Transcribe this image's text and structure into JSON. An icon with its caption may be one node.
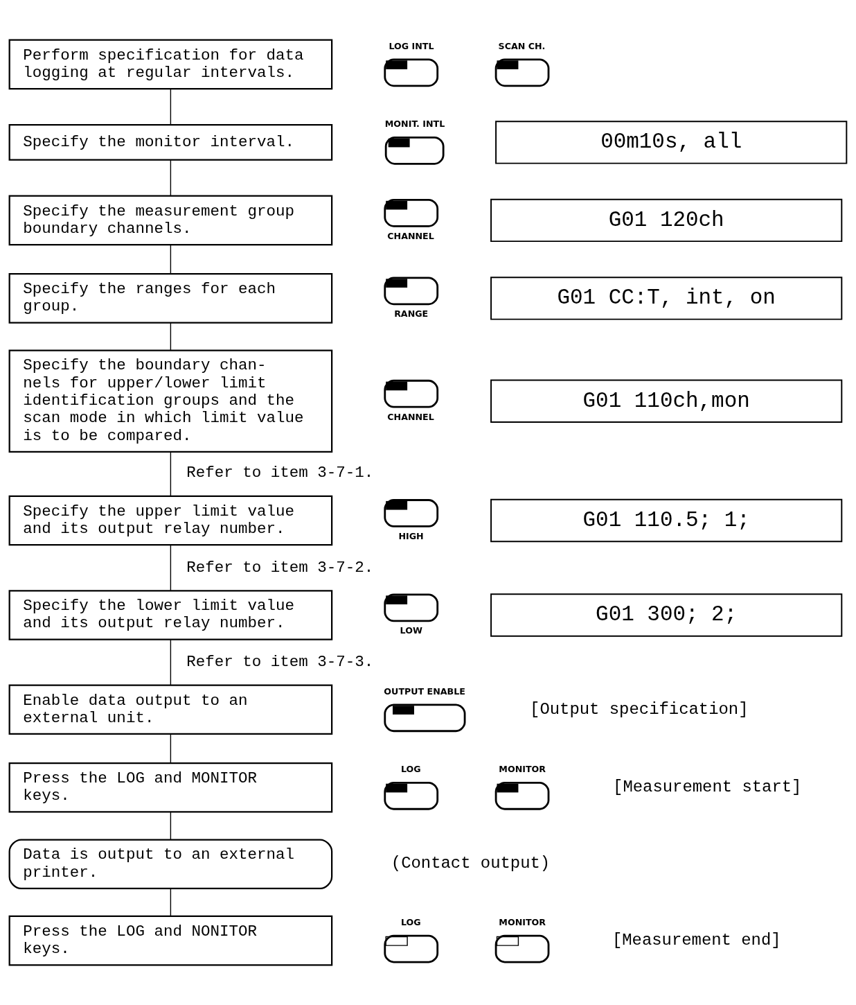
{
  "diagram": {
    "nodes": [
      {
        "text": [
          "Perform specification for data logging at regular intervals."
        ]
      },
      {
        "text": [
          "LOG INTL"
        ]
      },
      {
        "text": [
          "SCAN CH."
        ]
      },
      {
        "text": [
          "Specify the monitor interval."
        ]
      },
      {
        "text": [
          "MONIT. INTL"
        ]
      },
      {
        "text": [
          "00m10s, all"
        ]
      },
      {
        "text": [
          "Specify the measurement group boundary channels."
        ]
      },
      {
        "text": [
          "CHANNEL"
        ]
      },
      {
        "text": [
          "G01 120ch"
        ]
      },
      {
        "text": [
          "Specify the ranges for each group."
        ]
      },
      {
        "text": [
          "RANGE"
        ]
      },
      {
        "text": [
          "G01 CC:T, int, on"
        ]
      },
      {
        "text": [
          "Specify the boundary chan- nels for upper/lower limit identification groups and the scan mode in which limit value is to be compared."
        ]
      },
      {
        "text": [
          "CHANNEL"
        ]
      },
      {
        "text": [
          "G01 110ch,mon"
        ]
      },
      {
        "text": [
          "Specify the upper limit value and its output relay number."
        ]
      },
      {
        "text": [
          "HIGH"
        ]
      },
      {
        "text": [
          "G01 110.5; 1;"
        ]
      },
      {
        "text": [
          "Specify the lower limit value and its output relay number."
        ]
      },
      {
        "text": [
          "LOW"
        ]
      },
      {
        "text": [
          "G01 300; 2;"
        ]
      },
      {
        "text": [
          "Enable data output to an external unit."
        ]
      },
      {
        "text": [
          "OUTPUT ENABLE"
        ]
      },
      {
        "text": [
          "Press the LOG and MONITOR keys."
        ]
      },
      {
        "text": [
          "LOG"
        ]
      },
      {
        "text": [
          "MONITOR"
        ]
      },
      {
        "text": [
          "Data is output to an external printer."
        ],
        "beside": [
          "(Contact output)"
        ]
      },
      {
        "text": [
          "Press the LOG and NONITOR keys."
        ]
      },
      {
        "text": [
          "LOG"
        ]
      },
      {
        "text": [
          "MONITOR"
        ]
      }
    ],
    "edges": [
      {
        "from": 0,
        "to": 3,
        "arrow": "none"
      },
      {
        "from": 3,
        "to": 6,
        "arrow": "none"
      },
      {
        "from": 6,
        "to": 9,
        "arrow": "none"
      },
      {
        "from": 9,
        "to": 12,
        "arrow": "none"
      },
      {
        "from": 12,
        "to": 15,
        "arrow": "none",
        "label": "Refer to item 3-7-1."
      },
      {
        "from": 15,
        "to": 18,
        "arrow": "none",
        "label": "Refer to item 3-7-2."
      },
      {
        "from": 18,
        "to": 21,
        "arrow": "none",
        "label": "Refer to item 3-7-3."
      },
      {
        "from": 21,
        "to": 23,
        "arrow": "none"
      },
      {
        "from": 23,
        "to": 26,
        "arrow": "none"
      },
      {
        "from": 26,
        "to": 27,
        "arrow": "none"
      }
    ],
    "labels": [
      "[Output specification]",
      "[Measurement start]",
      "[Measurement end]"
    ]
  }
}
